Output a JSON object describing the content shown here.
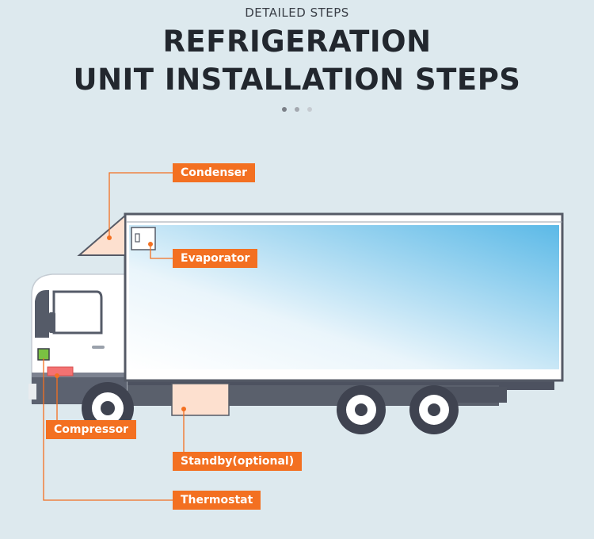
{
  "header": {
    "eyebrow": "DETAILED STEPS",
    "title_line1": "REFRIGERATION",
    "title_line2": "UNIT INSTALLATION STEPS",
    "pager_dots": 3,
    "pager_active": 0
  },
  "callouts": {
    "condenser": "Condenser",
    "evaporator": "Evaporator",
    "compressor": "Compressor",
    "standby": "Standby(optional)",
    "thermostat": "Thermostat"
  },
  "colors": {
    "accent": "#f37021",
    "background": "#dde9ee",
    "truck_body": "#555a66",
    "cargo_box_gradient_end": "#5bb9e7",
    "cargo_box_gradient_start": "#ffffff",
    "highlight_part": "#fde0cf",
    "thermostat_green": "#7ac142"
  }
}
